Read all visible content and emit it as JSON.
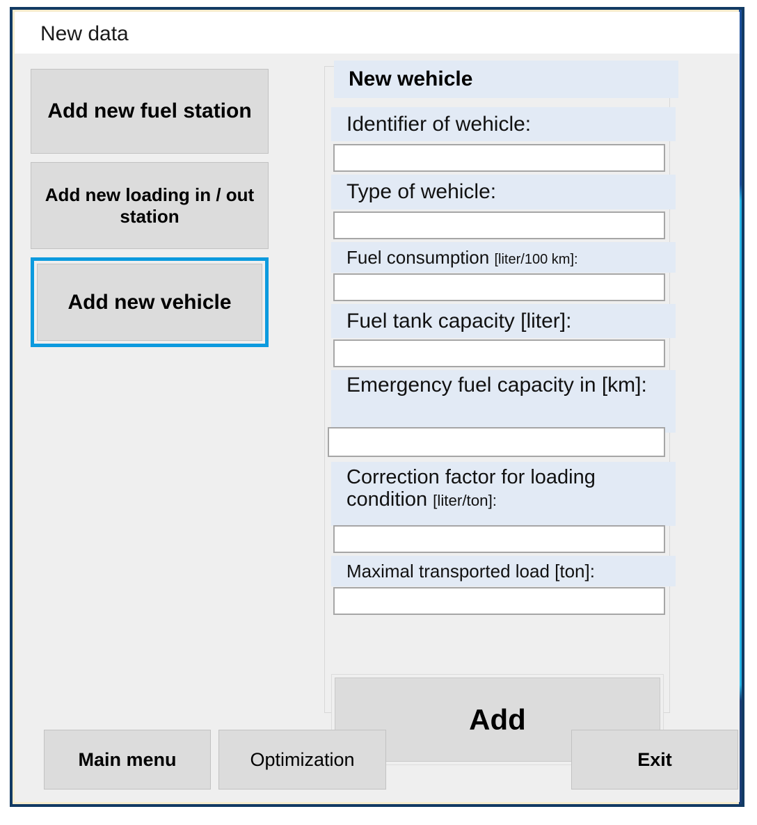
{
  "window": {
    "title": "New data",
    "border_color": "#123a63",
    "inner_edge_color": "#f6eccd",
    "background": "#efefef"
  },
  "theme": {
    "button_fill": "#dcdcdc",
    "label_band": "#e2eaf5",
    "focus_ring": "#0c9ade",
    "input_border": "#a6a6a6",
    "text": "#000000"
  },
  "sidebar": {
    "items": [
      {
        "label": "Add new fuel station",
        "focused": false
      },
      {
        "label": "Add new loading in / out station",
        "focused": false
      },
      {
        "label": "Add new vehicle",
        "focused": true
      }
    ]
  },
  "form": {
    "title": "New wehicle",
    "fields": [
      {
        "label": "Identifier of wehicle:",
        "unit": "",
        "value": "",
        "placeholder": ""
      },
      {
        "label": "Type of wehicle:",
        "unit": "",
        "value": "",
        "placeholder": ""
      },
      {
        "label": "Fuel consumption ",
        "unit": "[liter/100 km]:",
        "value": "",
        "placeholder": ""
      },
      {
        "label": "Fuel tank capacity [liter]:",
        "unit": "",
        "value": "",
        "placeholder": ""
      },
      {
        "label": "Emergency fuel capacity in [km]:",
        "unit": "",
        "value": "",
        "placeholder": ""
      },
      {
        "label": "Correction factor for loading condition ",
        "unit": "[liter/ton]:",
        "value": "",
        "placeholder": ""
      },
      {
        "label": "Maximal transported load [ton]:",
        "unit": "",
        "value": "",
        "placeholder": ""
      }
    ],
    "submit_label": "Add"
  },
  "footer": {
    "main_menu_label": "Main menu",
    "optimization_label": "Optimization",
    "exit_label": "Exit"
  }
}
